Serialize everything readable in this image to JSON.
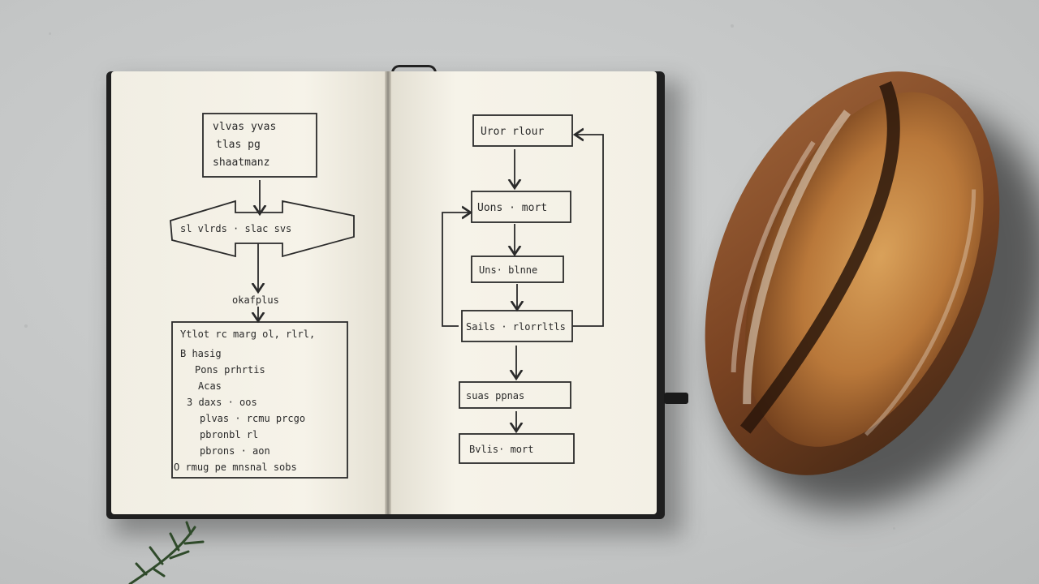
{
  "scene": {
    "left_page": {
      "top_box": [
        "vlvas yvas",
        "tlas pg",
        "shaatmanz"
      ],
      "decision": "sl vlrds · slac svs",
      "caption": "okafplus",
      "list_box": [
        "Ytlot rc marg ol, rlrl,",
        "B hasig",
        "Pons prhrtis",
        "Acas",
        "3 daxs · oos",
        "plvas · rcmu prcgo",
        "pbronbl rl",
        "pbrons · aon",
        "O rmug pe mnsnal sobs"
      ]
    },
    "right_page": {
      "steps": [
        "Uror rlour",
        "Uons · mort",
        "Uns· blnne",
        "Sails · rlorrltls",
        "suas ppnas",
        "Bvlis· mort"
      ]
    },
    "colors": {
      "surface": "#c9cbcb",
      "paper": "#f4f1e6",
      "cover": "#1f1f1f",
      "ink": "#2a2a2a",
      "crust": "#8a4f22"
    }
  }
}
